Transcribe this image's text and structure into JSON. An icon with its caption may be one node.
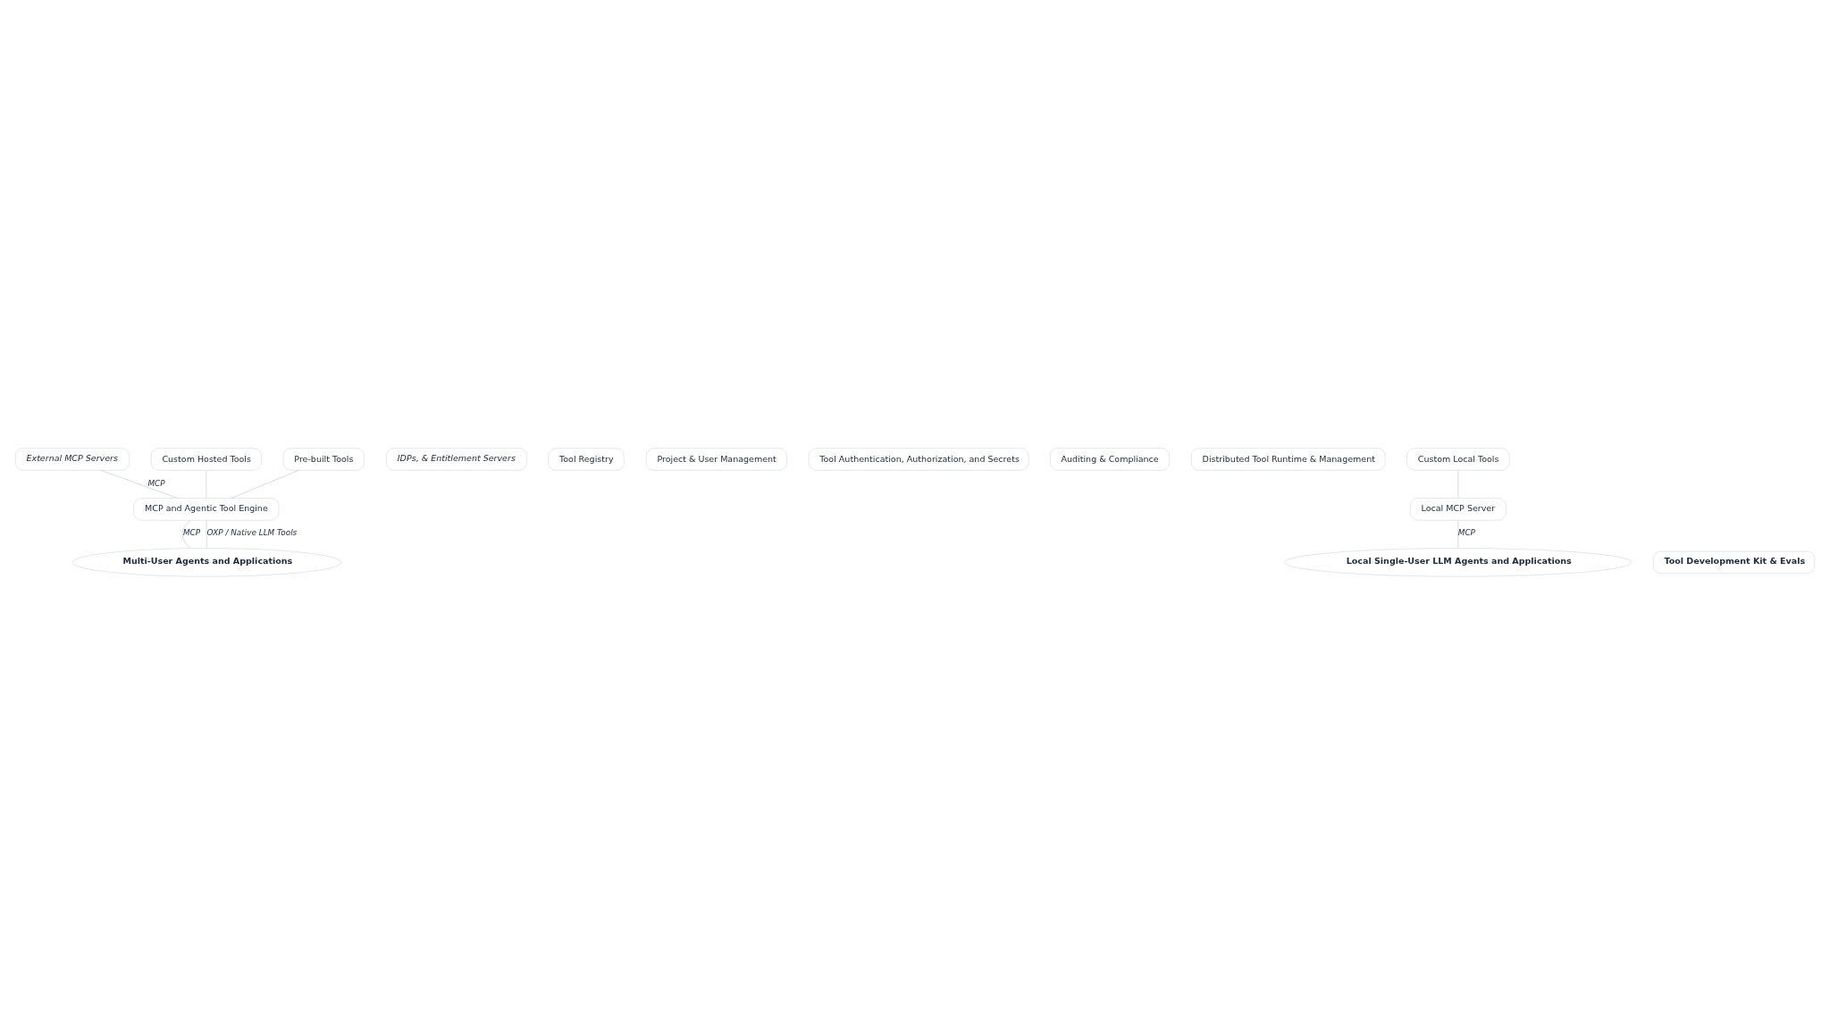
{
  "diagram": {
    "nodes": [
      {
        "text": [
          "External MCP Servers"
        ]
      },
      {
        "text": [
          "IDPs, & Entitlement Servers"
        ]
      },
      {
        "text": [
          "Tool Registry"
        ]
      },
      {
        "text": [
          "Project & User Management"
        ]
      },
      {
        "text": [
          "Tool Authentication, Authorization, and Secrets"
        ]
      },
      {
        "text": [
          "Auditing & Compliance"
        ]
      },
      {
        "text": [
          "Distributed Tool Runtime & Management"
        ]
      },
      {
        "text": [
          "Custom Local Tools"
        ]
      },
      {
        "text": [
          "Custom Hosted Tools"
        ]
      },
      {
        "text": [
          "Pre-built Tools"
        ]
      },
      {
        "text": [
          "Local MCP Server"
        ]
      },
      {
        "text": [
          "MCP and Agentic Tool Engine"
        ]
      },
      {
        "text": [
          "Local Single-User LLM Agents and Applications"
        ]
      },
      {
        "text": [
          "Tool Development Kit & Evals"
        ]
      },
      {
        "text": [
          "Multi-User Agents and Applications"
        ]
      }
    ],
    "edges": [
      {
        "from": 7,
        "to": 10,
        "arrow": "none"
      },
      {
        "from": 10,
        "to": 12,
        "arrow": "none",
        "label": "MCP"
      },
      {
        "from": 8,
        "to": 11,
        "arrow": "none"
      },
      {
        "from": 9,
        "to": 11,
        "arrow": "none"
      },
      {
        "from": 0,
        "to": 11,
        "arrow": "none",
        "label": "MCP"
      },
      {
        "from": 11,
        "to": 14,
        "arrow": "none",
        "label": "MCP"
      },
      {
        "from": 11,
        "to": 14,
        "arrow": "none",
        "label": "OXP / Native LLM Tools"
      }
    ]
  }
}
